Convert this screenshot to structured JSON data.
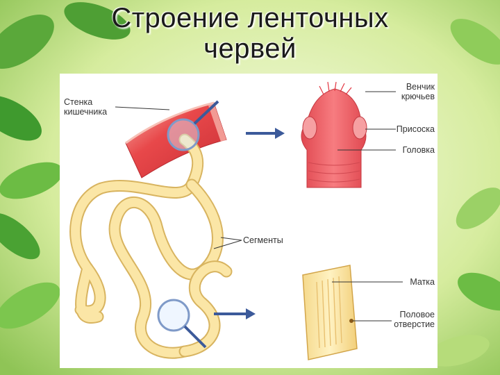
{
  "title": {
    "line1": "Строение ленточных",
    "line2": "червей"
  },
  "labels": {
    "intestine_wall_1": "Стенка",
    "intestine_wall_2": "кишечника",
    "hooks_crown_1": "Венчик",
    "hooks_crown_2": "крючьев",
    "sucker": "Присоска",
    "head": "Головка",
    "segments": "Сегменты",
    "uterus": "Матка",
    "genital_pore_1": "Половое",
    "genital_pore_2": "отверстие"
  },
  "colors": {
    "intestine": "#e8484a",
    "head": "#f05a62",
    "segment": "#fbe6a6",
    "segment_border": "#d8b460",
    "arrow": "#3c5a9a"
  }
}
